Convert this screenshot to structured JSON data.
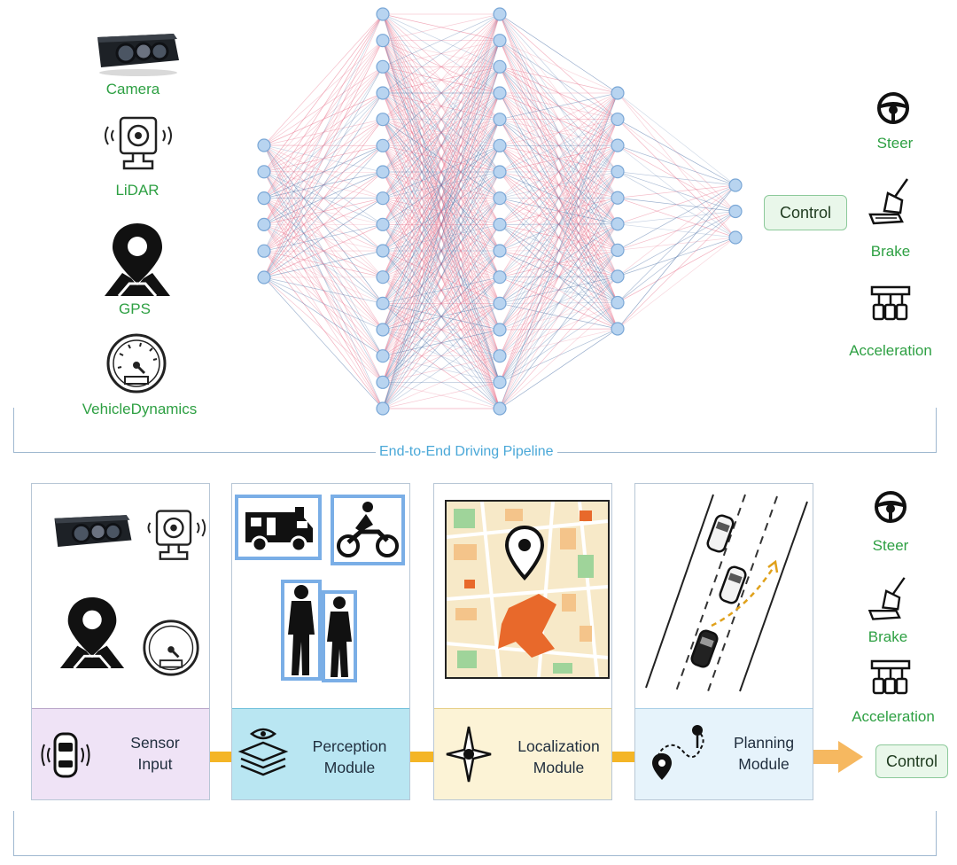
{
  "top": {
    "inputs": [
      {
        "label": "Camera",
        "icon": "camera-icon"
      },
      {
        "label": "LiDAR",
        "icon": "lidar-icon"
      },
      {
        "label": "GPS",
        "icon": "gps-pin-icon"
      },
      {
        "label": "VehicleDynamics",
        "icon": "speedometer-icon"
      }
    ],
    "control_label": "Control",
    "outputs": [
      {
        "label": "Steer",
        "icon": "steering-wheel-icon"
      },
      {
        "label": "Brake",
        "icon": "brake-pedal-icon"
      },
      {
        "label": "Acceleration",
        "icon": "pedals-icon"
      }
    ],
    "network_layers": [
      6,
      16,
      16,
      10,
      3
    ],
    "pipeline_title": "End-to-End Driving Pipeline"
  },
  "bottom": {
    "modules": [
      {
        "label": "Sensor Input",
        "line1": "Sensor",
        "line2": "Input",
        "color": "#efe3f6",
        "border": "#b9a6c9"
      },
      {
        "label": "Perception Module",
        "line1": "Perception",
        "line2": "Module",
        "color": "#b9e6f2",
        "border": "#6fc0db"
      },
      {
        "label": "Localization Module",
        "line1": "Localization",
        "line2": "Module",
        "color": "#fcf3d6",
        "border": "#e6cf86"
      },
      {
        "label": "Planning Module",
        "line1": "Planning",
        "line2": "Module",
        "color": "#e6f3fb",
        "border": "#a9cfe6"
      }
    ],
    "control_label": "Control",
    "outputs": [
      {
        "label": "Steer",
        "icon": "steering-wheel-icon"
      },
      {
        "label": "Brake",
        "icon": "brake-pedal-icon"
      },
      {
        "label": "Acceleration",
        "icon": "pedals-icon"
      }
    ]
  },
  "colors": {
    "label_green": "#2ea043",
    "node_fill": "#b8d4f0",
    "node_stroke": "#7aa7d6",
    "edge_red": "#e8708a",
    "edge_blue": "#4a6fa5",
    "connector": "#f4b526",
    "arrow": "#f6b860",
    "title_blue": "#4aa8d8"
  }
}
